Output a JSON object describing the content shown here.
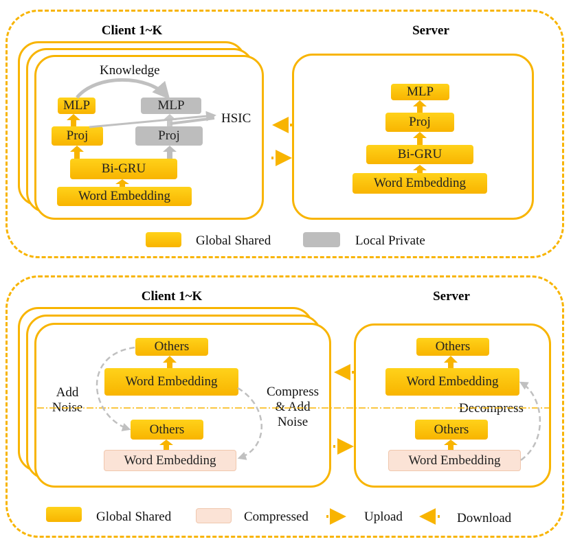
{
  "top": {
    "client_title": "Client 1~K",
    "server_title": "Server",
    "client": {
      "mlp_shared": "MLP",
      "mlp_private": "MLP",
      "proj_shared": "Proj",
      "proj_private": "Proj",
      "bigru": "Bi-GRU",
      "embedding": "Word Embedding",
      "knowledge": "Knowledge",
      "hsic": "HSIC"
    },
    "server": {
      "mlp": "MLP",
      "proj": "Proj",
      "bigru": "Bi-GRU",
      "embedding": "Word Embedding"
    },
    "legend": {
      "shared": "Global Shared",
      "private": "Local Private"
    }
  },
  "bottom": {
    "client_title": "Client 1~K",
    "server_title": "Server",
    "client": {
      "others_top": "Others",
      "embedding_top": "Word Embedding",
      "others_bottom": "Others",
      "embedding_bottom": "Word Embedding",
      "add_noise": [
        "Add",
        "Noise"
      ]
    },
    "between": [
      "Compress",
      "& Add",
      "Noise"
    ],
    "server": {
      "others_top": "Others",
      "embedding_top": "Word Embedding",
      "others_bottom": "Others",
      "embedding_bottom": "Word Embedding",
      "decompress": "Decompress"
    },
    "legend": {
      "shared": "Global Shared",
      "compressed": "Compressed",
      "upload": "Upload",
      "download": "Download"
    }
  },
  "colors": {
    "shared": "#f8b400",
    "private": "#bdbdbd",
    "compressed": "#fbe3d6",
    "arrow_gray": "#c0c0c0"
  }
}
